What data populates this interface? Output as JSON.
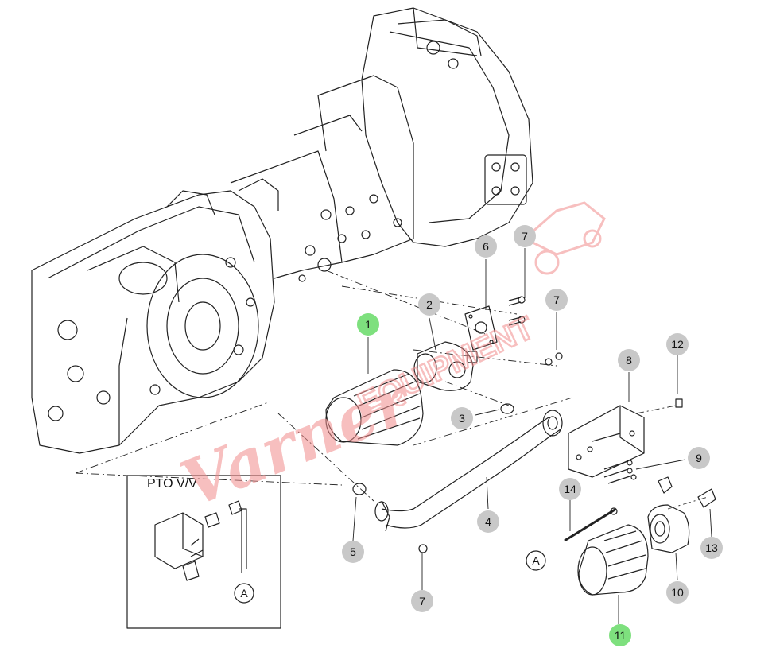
{
  "inset": {
    "title": "PTO V/V",
    "ref": "A"
  },
  "watermark": {
    "text_script": "Varner",
    "text_block": "EQUIPMENT",
    "color": "#f08a8a"
  },
  "colors": {
    "callout_gray": "#c8c8c8",
    "callout_highlight": "#7ee07e",
    "line": "#222222"
  },
  "callouts": [
    {
      "id": "c1",
      "label": "1",
      "highlight": true
    },
    {
      "id": "c2",
      "label": "2",
      "highlight": false
    },
    {
      "id": "c3",
      "label": "3",
      "highlight": false
    },
    {
      "id": "c4",
      "label": "4",
      "highlight": false
    },
    {
      "id": "c5",
      "label": "5",
      "highlight": false
    },
    {
      "id": "c6",
      "label": "6",
      "highlight": false
    },
    {
      "id": "c7a",
      "label": "7",
      "highlight": false
    },
    {
      "id": "c7b",
      "label": "7",
      "highlight": false
    },
    {
      "id": "c7c",
      "label": "7",
      "highlight": false
    },
    {
      "id": "c8",
      "label": "8",
      "highlight": false
    },
    {
      "id": "c9",
      "label": "9",
      "highlight": false
    },
    {
      "id": "c10",
      "label": "10",
      "highlight": false
    },
    {
      "id": "c11",
      "label": "11",
      "highlight": true
    },
    {
      "id": "c12",
      "label": "12",
      "highlight": false
    },
    {
      "id": "c13",
      "label": "13",
      "highlight": false
    },
    {
      "id": "c14",
      "label": "14",
      "highlight": false
    },
    {
      "id": "cA",
      "label": "A",
      "highlight": false,
      "outline": true
    }
  ]
}
